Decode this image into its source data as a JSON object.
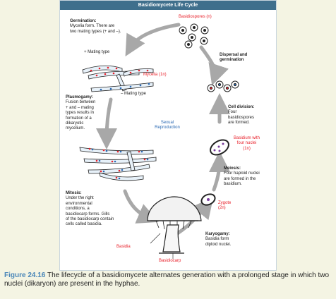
{
  "title": "Basidiomycete Life Cycle",
  "germination": {
    "heading": "Germination:",
    "line1": "Mycelia form. There are",
    "line2": "two mating types (+ and –)."
  },
  "mating_plus": "+ Mating type",
  "mating_minus": "– Mating type",
  "mycelia_label": "Mycelia (1n)",
  "basidiospores_label": "Basidiospores (n)",
  "dispersal": {
    "line1": "Dispersal and",
    "line2": "germination"
  },
  "plasmogamy": {
    "heading": "Plasmogamy:",
    "lines": [
      "Fusion between",
      "+ and – mating",
      "types results in",
      "formation of a",
      "dikaryotic",
      "mycelium."
    ]
  },
  "sexual_repro": {
    "line1": "Sexual",
    "line2": "Reproduction"
  },
  "cell_division": {
    "heading": "Cell division:",
    "lines": [
      "Four",
      "basidiospores",
      "are formed."
    ]
  },
  "basidium_four": {
    "line1": "Basidium with",
    "line2": "four nuclei",
    "line3": "(1n)"
  },
  "meiosis": {
    "heading": "Meiosis:",
    "lines": [
      "Four haploid nuclei",
      "are formed in the",
      "basidium."
    ]
  },
  "zygote": {
    "line1": "Zygote",
    "line2": "(2n)"
  },
  "mitosis": {
    "heading": "Mitosis:",
    "lines": [
      "Under the right",
      "environmental",
      "conditions, a",
      "basidiocarp forms. Gills",
      "of the basidiocarp contain",
      "cells called basidia."
    ]
  },
  "karyogamy": {
    "heading": "Karyogamy:",
    "line1": "Basidia form",
    "line2": "diploid nuclei."
  },
  "basidia_label": "Basidia",
  "basidiocarp_label": "Basidiocarp",
  "caption": {
    "figure": "Figure 24.16",
    "text": " The lifecycle of a basidiomycete alternates generation with a prolonged stage in which two nuclei (dikaryon) are present in the hyphae."
  },
  "colors": {
    "title_bar": "#3f6f8c",
    "red_label": "#e8202a",
    "blue_label": "#2a69b3",
    "plus_nucleus": "#e8202a",
    "minus_nucleus": "#2a69b3",
    "arrow": "#a8a8a8",
    "hypha_fill": "#e7f1f9",
    "caption_fig": "#4a86b8",
    "page_bg": "#f4f4e3"
  }
}
